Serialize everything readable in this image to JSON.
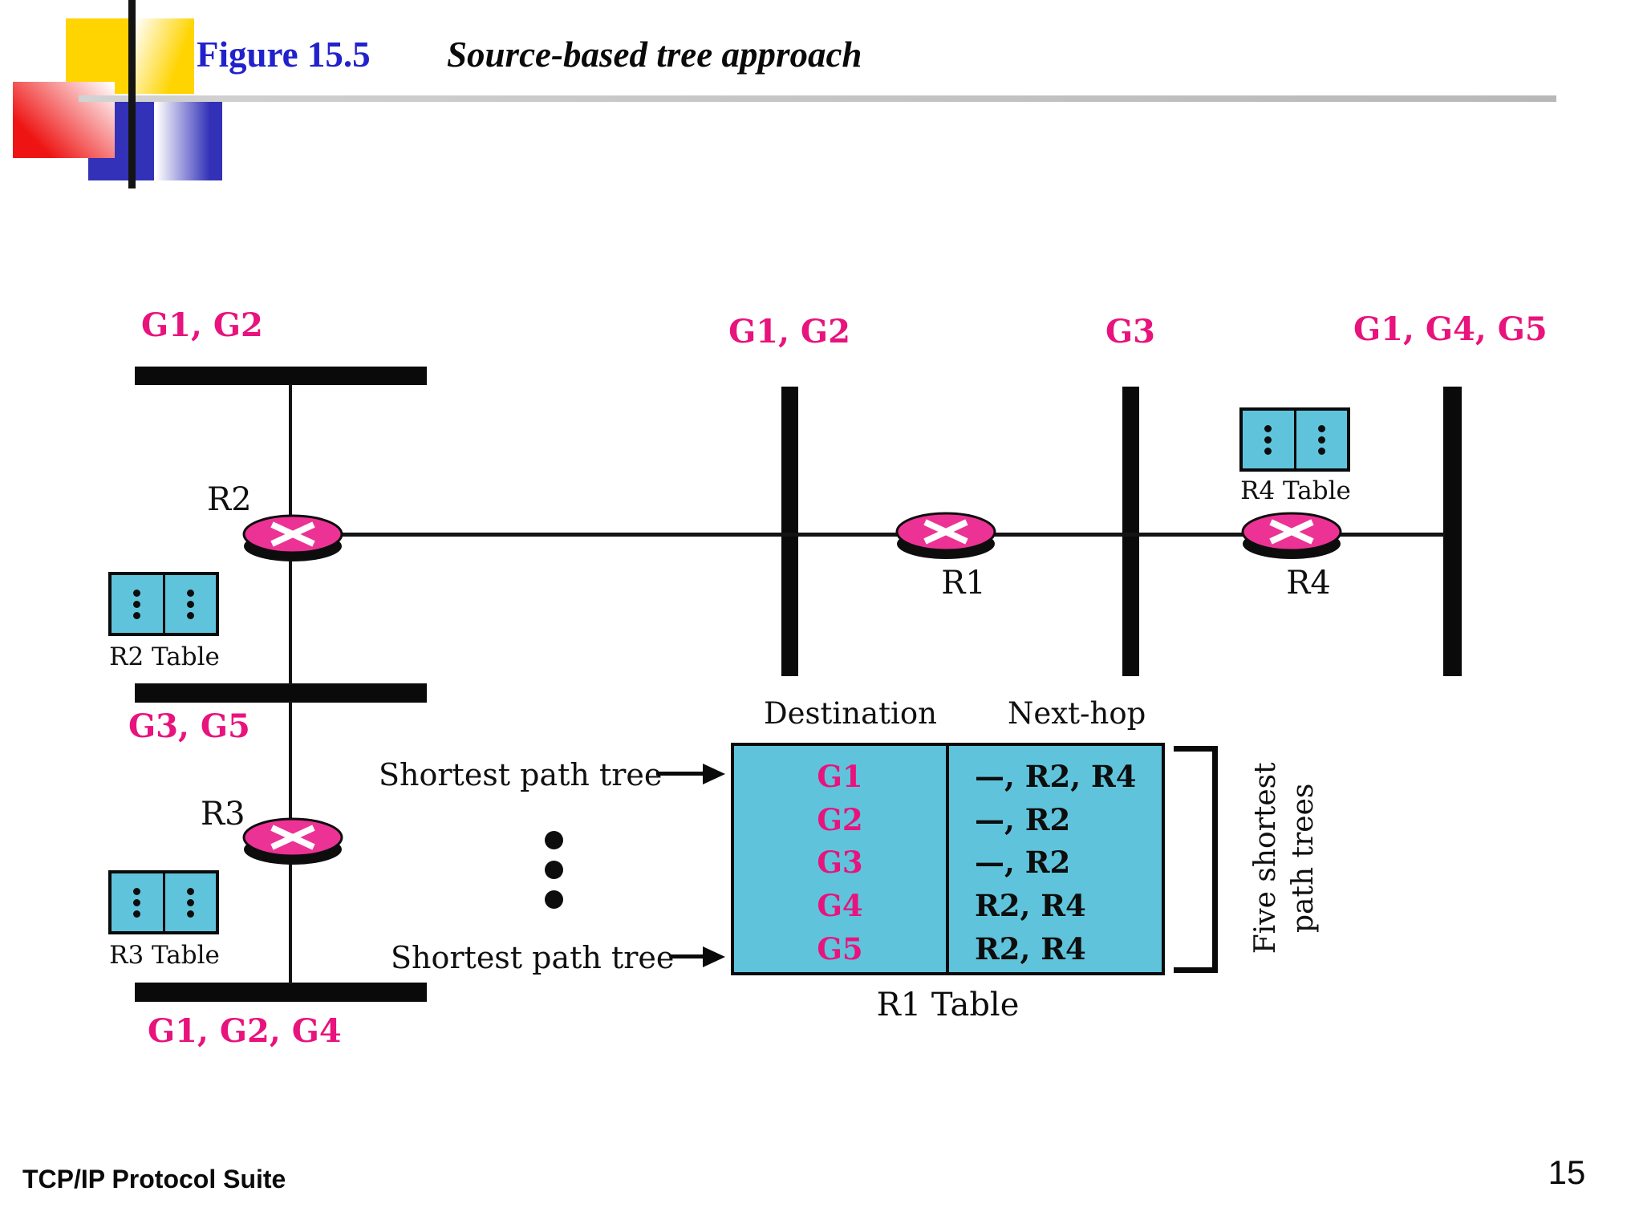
{
  "slide": {
    "figure_label": "Figure 15.5",
    "figure_title": "Source-based tree approach",
    "footer_left": "TCP/IP Protocol Suite",
    "page_number": "15"
  },
  "colors": {
    "accent_magenta": "#E8137D",
    "router_pink": "#EC3294",
    "table_cyan": "#5FC4DB",
    "title_blue": "#2222CC"
  },
  "diagram": {
    "group_labels": {
      "top_left": "G1, G2",
      "mid_left": "G3, G5",
      "bottom_left": "G1, G2, G4",
      "middle": "G1, G2",
      "middle_right": "G3",
      "right": "G1, G4, G5"
    },
    "routers": {
      "r1": "R1",
      "r2": "R2",
      "r3": "R3",
      "r4": "R4"
    },
    "mini_tables": {
      "r2": "R2 Table",
      "r3": "R3 Table",
      "r4": "R4 Table"
    },
    "annotations": {
      "spt_top": "Shortest path tree",
      "spt_bottom": "Shortest path tree",
      "side_note_line1": "Five shortest",
      "side_note_line2": "path trees"
    }
  },
  "routing_table": {
    "caption": "R1 Table",
    "col_destination": "Destination",
    "col_next_hop": "Next-hop",
    "rows": [
      {
        "destination": "G1",
        "next_hop": "—, R2, R4"
      },
      {
        "destination": "G2",
        "next_hop": "—, R2"
      },
      {
        "destination": "G3",
        "next_hop": "—, R2"
      },
      {
        "destination": "G4",
        "next_hop": "R2, R4"
      },
      {
        "destination": "G5",
        "next_hop": "R2, R4"
      }
    ]
  }
}
